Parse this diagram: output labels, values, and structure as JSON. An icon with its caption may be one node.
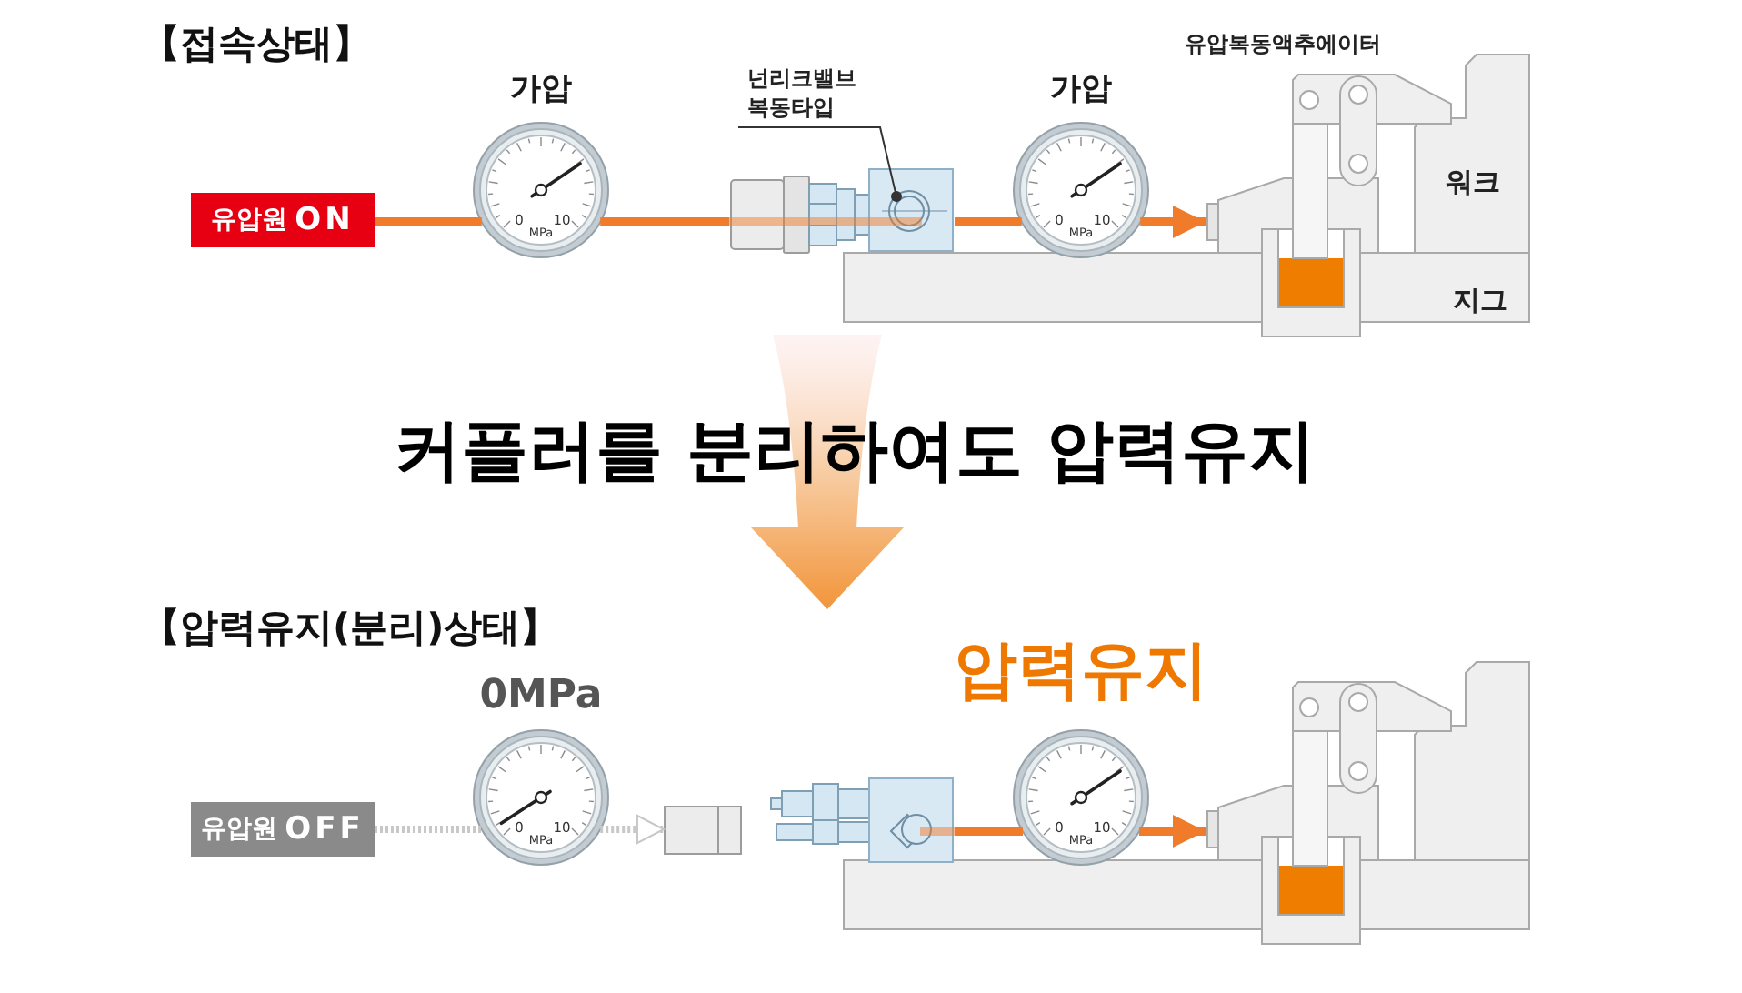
{
  "diagram": {
    "nodes": [
      {
        "text": [
          "유압원 **ON**"
        ]
      },
      {
        "text": [
          "0",
          "10",
          "MPa"
        ],
        "beside": [
          "가압"
        ]
      },
      {
        "text": [
          "넌리크밸브 복동타입"
        ]
      },
      {
        "text": [],
        "shape": "picture"
      },
      {
        "text": [
          "0",
          "10",
          "MPa"
        ],
        "beside": [
          "가압"
        ]
      },
      {
        "text": [],
        "shape": "picture",
        "beside": [
          "유압복동액추에이터"
        ]
      },
      {
        "text": [
          "유압원 **OFF**"
        ]
      },
      {
        "text": [
          "0",
          "10",
          "MPa"
        ],
        "beside": [
          "0MPa"
        ]
      },
      {
        "text": [],
        "shape": "box"
      },
      {
        "text": [],
        "shape": "picture"
      },
      {
        "text": [
          "0",
          "10",
          "MPa"
        ],
        "beside": [
          "압력유지"
        ]
      },
      {
        "text": [],
        "shape": "picture"
      }
    ],
    "edges": [
      {
        "from": 0,
        "to": 1,
        "arrow": "none"
      },
      {
        "from": 1,
        "to": 3,
        "arrow": "none"
      },
      {
        "from": 2,
        "to": 3,
        "arrow": "other",
        "color": "#333333"
      },
      {
        "from": 3,
        "to": 4,
        "arrow": "none"
      },
      {
        "from": 4,
        "to": 5,
        "arrow": "to"
      },
      {
        "from": 6,
        "to": 7,
        "arrow": "none",
        "style": "dashed",
        "color": "#c8c8c8"
      },
      {
        "from": 7,
        "to": 8,
        "arrow": "to",
        "style": "dashed",
        "color": "#c8c8c8"
      },
      {
        "from": 9,
        "to": 10,
        "arrow": "none"
      },
      {
        "from": 10,
        "to": 11,
        "arrow": "to"
      }
    ],
    "labels": [
      "【접속상태】",
      "워크",
      "지그",
      "커플러를 분리하여도 압력유지",
      "【압력유지(분리)상태】"
    ]
  }
}
